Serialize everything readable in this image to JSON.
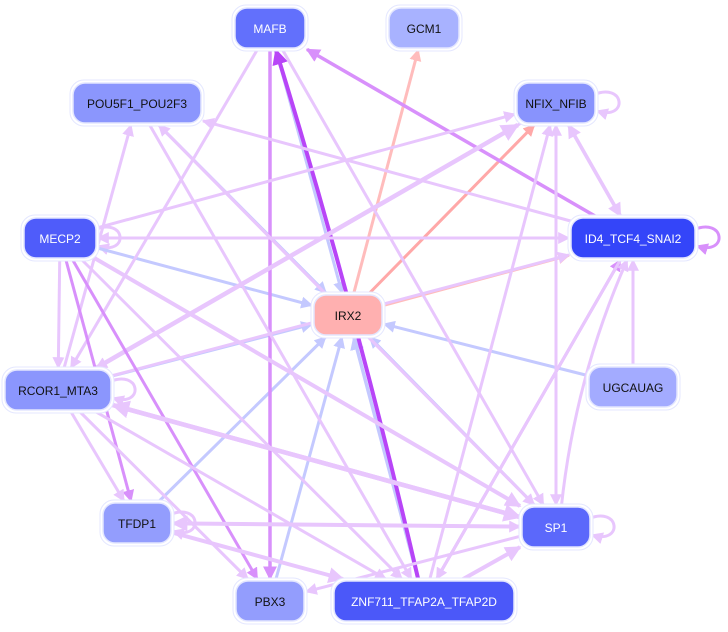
{
  "diagram": {
    "type": "gene-regulatory-network",
    "nodes": [
      {
        "id": "MAFB",
        "label": "MAFB",
        "color": "#6270fc",
        "text_color": "#ffffff"
      },
      {
        "id": "GCM1",
        "label": "GCM1",
        "color": "#a8b2ff",
        "text_color": "#111111"
      },
      {
        "id": "POU5F1_POU2F3",
        "label": "POU5F1_POU2F3",
        "color": "#8b96fd",
        "text_color": "#111111"
      },
      {
        "id": "NFIX_NFIB",
        "label": "NFIX_NFIB",
        "color": "#8893fd",
        "text_color": "#111111"
      },
      {
        "id": "MECP2",
        "label": "MECP2",
        "color": "#4f5cfa",
        "text_color": "#ffffff"
      },
      {
        "id": "ID4_TCF4_SNAI2",
        "label": "ID4_TCF4_SNAI2",
        "color": "#3445f9",
        "text_color": "#ffffff"
      },
      {
        "id": "IRX2",
        "label": "IRX2",
        "color": "#ffb0b0",
        "text_color": "#111111"
      },
      {
        "id": "RCOR1_MTA3",
        "label": "RCOR1_MTA3",
        "color": "#8b96fd",
        "text_color": "#111111"
      },
      {
        "id": "UGCAUAG",
        "label": "UGCAUAG",
        "color": "#a3abff",
        "text_color": "#111111"
      },
      {
        "id": "TFDP1",
        "label": "TFDP1",
        "color": "#939dfd",
        "text_color": "#111111"
      },
      {
        "id": "SP1",
        "label": "SP1",
        "color": "#5b68fb",
        "text_color": "#ffffff"
      },
      {
        "id": "PBX3",
        "label": "PBX3",
        "color": "#939dfd",
        "text_color": "#111111"
      },
      {
        "id": "ZNF711_TFAP2A_TFAP2D",
        "label": "ZNF711_TFAP2A_TFAP2D",
        "color": "#4b58f9",
        "text_color": "#ffffff"
      }
    ],
    "edge_colors": {
      "light-violet": "#e8c6fd",
      "violet": "#d890fb",
      "strong-violet": "#b845f7",
      "blue": "#c4c9ff",
      "pink": "#ffbcbc",
      "salmon": "#ffa8a8"
    },
    "edges": [
      {
        "from": "MECP2",
        "to": "MECP2",
        "color": "light-violet",
        "weight": 3
      },
      {
        "from": "NFIX_NFIB",
        "to": "NFIX_NFIB",
        "color": "light-violet",
        "weight": 3
      },
      {
        "from": "ID4_TCF4_SNAI2",
        "to": "ID4_TCF4_SNAI2",
        "color": "violet",
        "weight": 3
      },
      {
        "from": "RCOR1_MTA3",
        "to": "RCOR1_MTA3",
        "color": "light-violet",
        "weight": 3
      },
      {
        "from": "TFDP1",
        "to": "TFDP1",
        "color": "light-violet",
        "weight": 3
      },
      {
        "from": "SP1",
        "to": "SP1",
        "color": "light-violet",
        "weight": 3
      },
      {
        "from": "IRX2",
        "to": "GCM1",
        "color": "pink",
        "weight": 3
      },
      {
        "from": "IRX2",
        "to": "NFIX_NFIB",
        "color": "salmon",
        "weight": 3
      },
      {
        "from": "IRX2",
        "to": "ID4_TCF4_SNAI2",
        "color": "pink",
        "weight": 3
      },
      {
        "from": "MECP2",
        "to": "IRX2",
        "color": "blue",
        "weight": 3
      },
      {
        "from": "RCOR1_MTA3",
        "to": "IRX2",
        "color": "blue",
        "weight": 3
      },
      {
        "from": "MAFB",
        "to": "IRX2",
        "color": "blue",
        "weight": 3
      },
      {
        "from": "POU5F1_POU2F3",
        "to": "IRX2",
        "color": "blue",
        "weight": 3
      },
      {
        "from": "UGCAUAG",
        "to": "IRX2",
        "color": "blue",
        "weight": 3
      },
      {
        "from": "TFDP1",
        "to": "IRX2",
        "color": "blue",
        "weight": 3
      },
      {
        "from": "PBX3",
        "to": "IRX2",
        "color": "blue",
        "weight": 3
      },
      {
        "from": "ZNF711_TFAP2A_TFAP2D",
        "to": "IRX2",
        "color": "blue",
        "weight": 3.5
      },
      {
        "from": "SP1",
        "to": "IRX2",
        "color": "blue",
        "weight": 3
      },
      {
        "from": "ID4_TCF4_SNAI2",
        "to": "MAFB",
        "color": "violet",
        "weight": 3.5
      },
      {
        "from": "ZNF711_TFAP2A_TFAP2D",
        "to": "MAFB",
        "color": "strong-violet",
        "weight": 4,
        "curve": 10
      },
      {
        "from": "MAFB",
        "to": "PBX3",
        "color": "violet",
        "weight": 3.5
      },
      {
        "from": "MAFB",
        "to": "RCOR1_MTA3",
        "color": "light-violet",
        "weight": 3
      },
      {
        "from": "MAFB",
        "to": "SP1",
        "color": "light-violet",
        "weight": 3
      },
      {
        "from": "ID4_TCF4_SNAI2",
        "to": "POU5F1_POU2F3",
        "color": "light-violet",
        "weight": 3
      },
      {
        "from": "SP1",
        "to": "POU5F1_POU2F3",
        "color": "light-violet",
        "weight": 3
      },
      {
        "from": "RCOR1_MTA3",
        "to": "POU5F1_POU2F3",
        "color": "light-violet",
        "weight": 3
      },
      {
        "from": "POU5F1_POU2F3",
        "to": "ZNF711_TFAP2A_TFAP2D",
        "color": "light-violet",
        "weight": 3
      },
      {
        "from": "MECP2",
        "to": "NFIX_NFIB",
        "color": "light-violet",
        "weight": 3
      },
      {
        "from": "RCOR1_MTA3",
        "to": "NFIX_NFIB",
        "color": "light-violet",
        "weight": 4.5
      },
      {
        "from": "SP1",
        "to": "NFIX_NFIB",
        "color": "light-violet",
        "weight": 3
      },
      {
        "from": "ZNF711_TFAP2A_TFAP2D",
        "to": "NFIX_NFIB",
        "color": "light-violet",
        "weight": 3
      },
      {
        "from": "ID4_TCF4_SNAI2",
        "to": "NFIX_NFIB",
        "color": "light-violet",
        "weight": 3.5
      },
      {
        "from": "NFIX_NFIB",
        "to": "ID4_TCF4_SNAI2",
        "color": "light-violet",
        "weight": 3.5
      },
      {
        "from": "NFIX_NFIB",
        "to": "RCOR1_MTA3",
        "color": "light-violet",
        "weight": 3
      },
      {
        "from": "MECP2",
        "to": "ID4_TCF4_SNAI2",
        "color": "light-violet",
        "weight": 3
      },
      {
        "from": "RCOR1_MTA3",
        "to": "ID4_TCF4_SNAI2",
        "color": "light-violet",
        "weight": 3
      },
      {
        "from": "UGCAUAG",
        "to": "ID4_TCF4_SNAI2",
        "color": "light-violet",
        "weight": 3
      },
      {
        "from": "ZNF711_TFAP2A_TFAP2D",
        "to": "ID4_TCF4_SNAI2",
        "color": "violet",
        "weight": 3
      },
      {
        "from": "SP1",
        "to": "ID4_TCF4_SNAI2",
        "color": "light-violet",
        "weight": 3,
        "curve": -20
      },
      {
        "from": "ID4_TCF4_SNAI2",
        "to": "MECP2",
        "color": "light-violet",
        "weight": 3
      },
      {
        "from": "MECP2",
        "to": "RCOR1_MTA3",
        "color": "light-violet",
        "weight": 3
      },
      {
        "from": "MECP2",
        "to": "TFDP1",
        "color": "violet",
        "weight": 3
      },
      {
        "from": "MECP2",
        "to": "SP1",
        "color": "light-violet",
        "weight": 4
      },
      {
        "from": "MECP2",
        "to": "ZNF711_TFAP2A_TFAP2D",
        "color": "light-violet",
        "weight": 3
      },
      {
        "from": "MECP2",
        "to": "PBX3",
        "color": "violet",
        "weight": 3
      },
      {
        "from": "RCOR1_MTA3",
        "to": "TFDP1",
        "color": "light-violet",
        "weight": 3
      },
      {
        "from": "RCOR1_MTA3",
        "to": "SP1",
        "color": "light-violet",
        "weight": 4.5
      },
      {
        "from": "RCOR1_MTA3",
        "to": "PBX3",
        "color": "light-violet",
        "weight": 3
      },
      {
        "from": "RCOR1_MTA3",
        "to": "ZNF711_TFAP2A_TFAP2D",
        "color": "light-violet",
        "weight": 3
      },
      {
        "from": "SP1",
        "to": "RCOR1_MTA3",
        "color": "light-violet",
        "weight": 4.5
      },
      {
        "from": "TFDP1",
        "to": "SP1",
        "color": "light-violet",
        "weight": 3
      },
      {
        "from": "SP1",
        "to": "TFDP1",
        "color": "light-violet",
        "weight": 4
      },
      {
        "from": "TFDP1",
        "to": "ZNF711_TFAP2A_TFAP2D",
        "color": "light-violet",
        "weight": 4
      },
      {
        "from": "SP1",
        "to": "PBX3",
        "color": "light-violet",
        "weight": 3
      },
      {
        "from": "ZNF711_TFAP2A_TFAP2D",
        "to": "SP1",
        "color": "light-violet",
        "weight": 4
      },
      {
        "from": "NFIX_NFIB",
        "to": "SP1",
        "color": "light-violet",
        "weight": 3
      },
      {
        "from": "POU5F1_POU2F3",
        "to": "SP1",
        "color": "light-violet",
        "weight": 3
      },
      {
        "from": "ID4_TCF4_SNAI2",
        "to": "ZNF711_TFAP2A_TFAP2D",
        "color": "light-violet",
        "weight": 3
      }
    ]
  }
}
